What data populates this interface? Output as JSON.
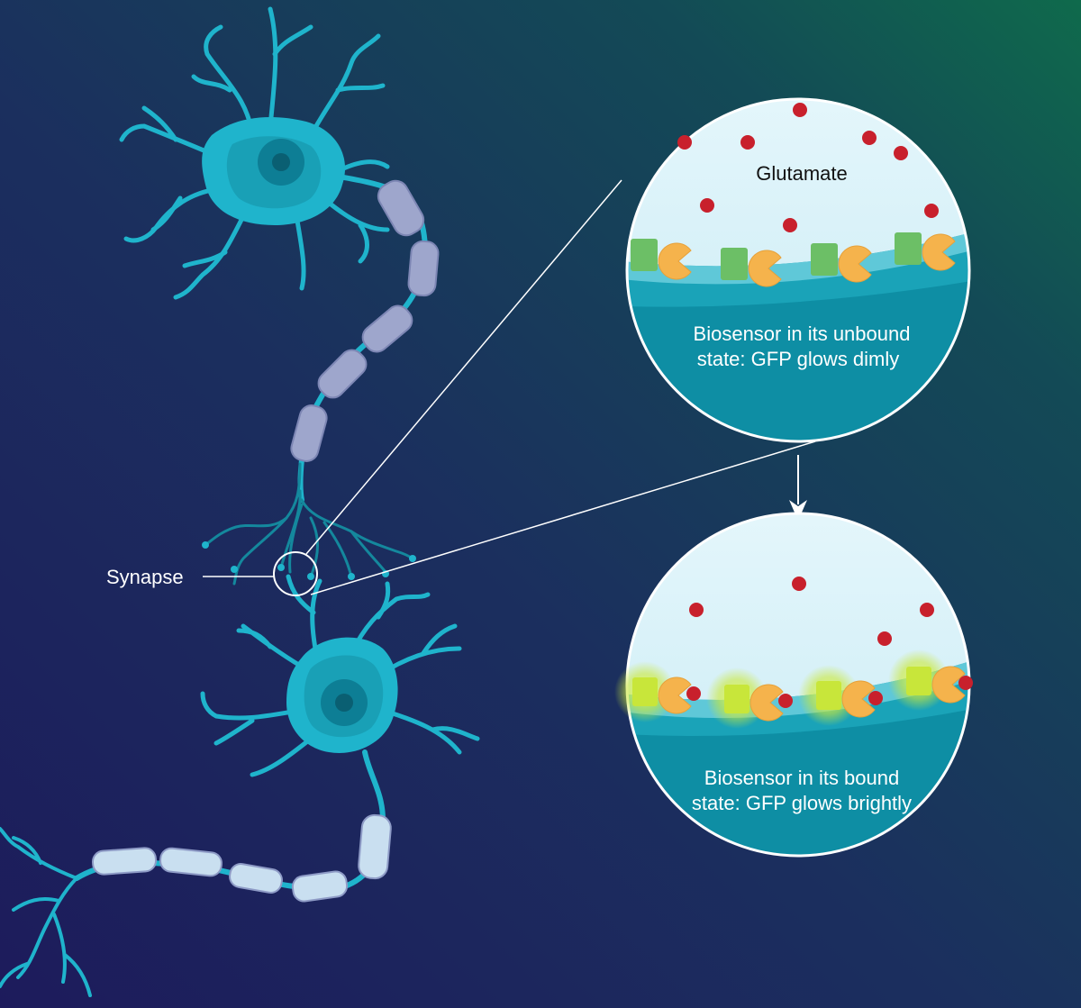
{
  "labels": {
    "synapse": "Synapse",
    "glutamate": "Glutamate",
    "unbound_line1": "Biosensor in its unbound",
    "unbound_line2": "state: GFP glows dimly",
    "bound_line1": "Biosensor in its bound",
    "bound_line2": "state: GFP glows brightly"
  },
  "colors": {
    "background_dark": "#1d1f5e",
    "background_teal": "#0f5a4e",
    "neuron": "#1fb4cc",
    "myelin": "#9aa3c8",
    "glutamate": "#c8202c",
    "gfp_dim": "#6cbf66",
    "gfp_bright": "#c8e63a",
    "receptor": "#f5b34c",
    "membrane": "#1aa3b8",
    "bubble_sky": "#d8f1fa"
  },
  "icons": {
    "arrow": "down-arrow-icon"
  }
}
